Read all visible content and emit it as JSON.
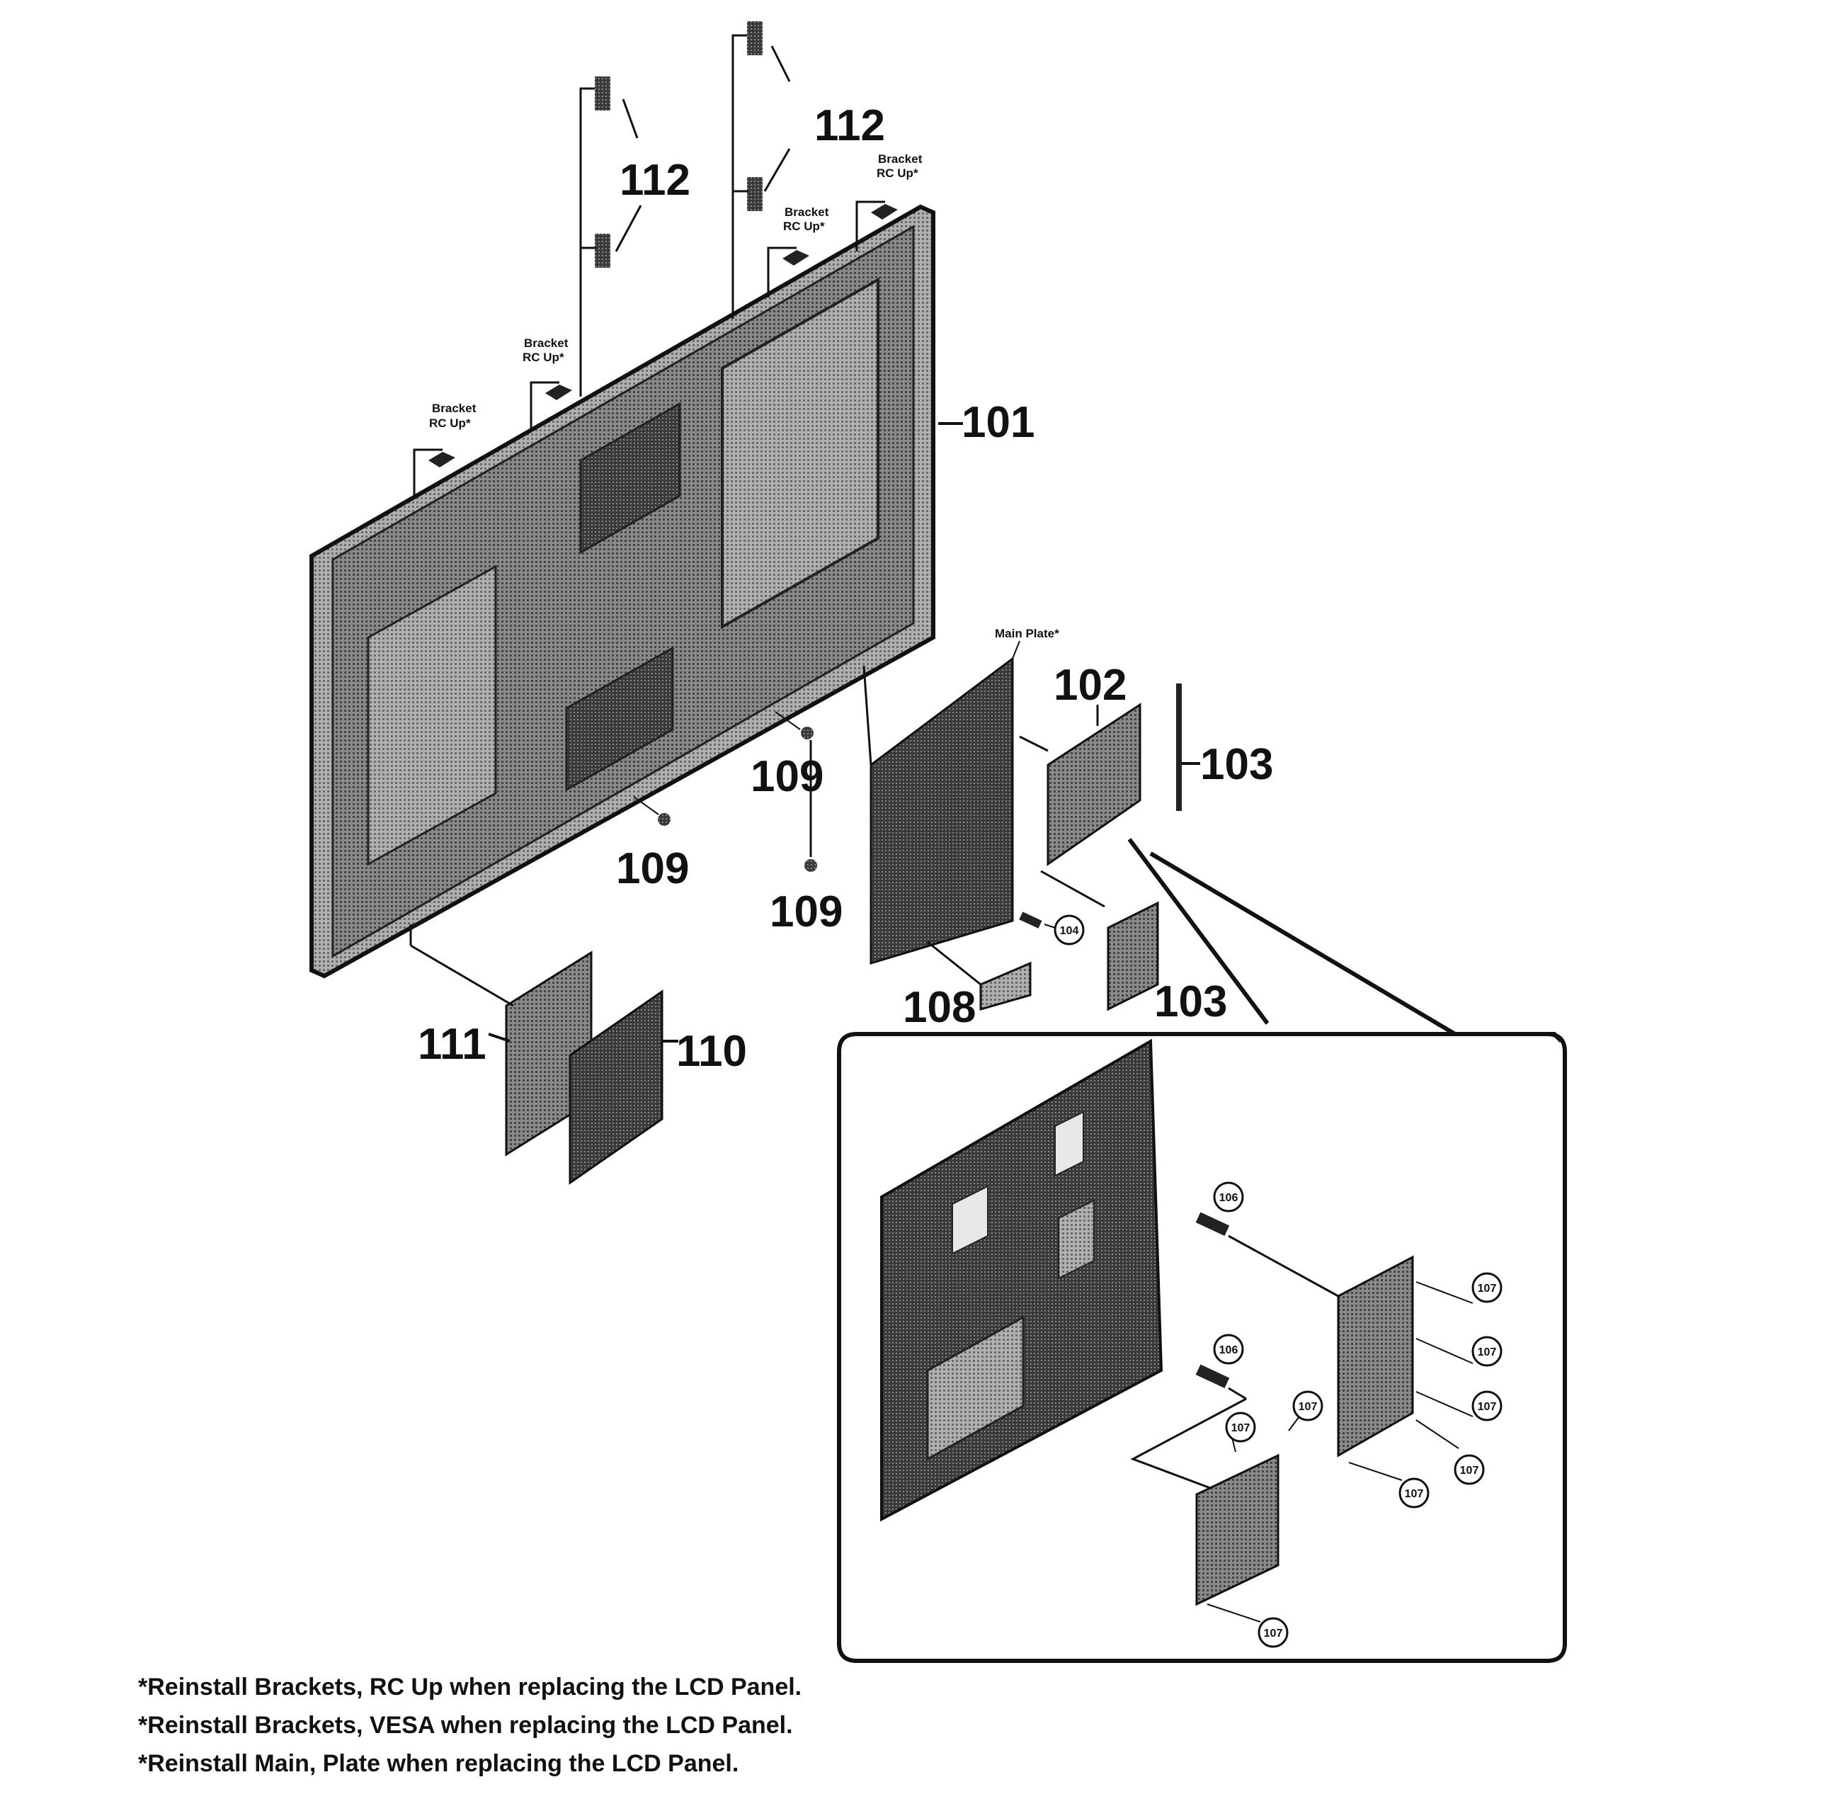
{
  "callouts": {
    "part_101": "101",
    "part_102": "102",
    "part_103": "103",
    "part_104": "104",
    "part_106": "106",
    "part_107": "107",
    "part_108": "108",
    "part_109": "109",
    "part_110": "110",
    "part_111": "111",
    "part_112": "112"
  },
  "labels": {
    "bracket_line1": "Bracket",
    "bracket_line2": "RC Up*",
    "main_plate": "Main Plate*"
  },
  "notes": [
    "*Reinstall Brackets, RC Up when replacing the LCD Panel.",
    "*Reinstall Brackets, VESA when replacing the LCD Panel.",
    "*Reinstall Main, Plate when replacing the LCD Panel."
  ],
  "colors": {
    "line": "#111111",
    "board_dark": "#3a3a3a",
    "board_mid": "#6b6b6b",
    "board_light": "#9a9a9a"
  }
}
